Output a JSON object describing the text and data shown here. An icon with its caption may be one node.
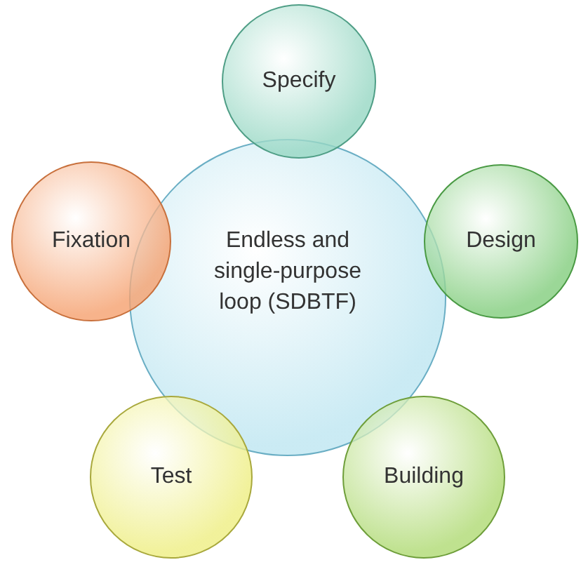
{
  "diagram": {
    "nodes": [
      {
        "text": [
          "Specify"
        ]
      },
      {
        "text": [
          "Fixation"
        ]
      },
      {
        "text": [
          "Endless and single-purpose loop (SDBTF)"
        ]
      },
      {
        "text": [
          "Design"
        ]
      },
      {
        "text": [
          "Test"
        ]
      },
      {
        "text": [
          "Building"
        ]
      }
    ]
  }
}
